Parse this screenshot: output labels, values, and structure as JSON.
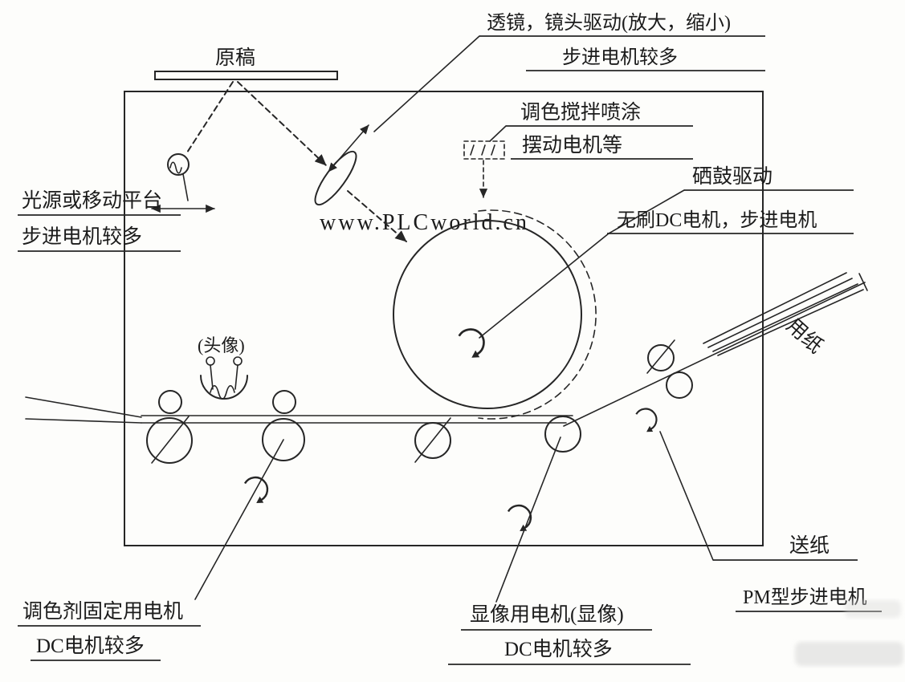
{
  "diagram": {
    "watermark": "www.PLCworld.cn",
    "top": {
      "original": "原稿",
      "lens_line1": "透镜，镜头驱动(放大，缩小)",
      "lens_line2": "步进电机较多"
    },
    "scanner": {
      "line1": "光源或移动平台",
      "line2": "步进电机较多"
    },
    "toner": {
      "line1": "调色搅拌喷涂",
      "line2": "摆动电机等"
    },
    "drum": {
      "line1": "硒鼓驱动",
      "line2": "无刷DC电机，步进电机"
    },
    "head": {
      "label": "(头像)"
    },
    "output": {
      "paper": "用纸"
    },
    "feed": {
      "line1": "送纸",
      "line2": "PM型步进电机"
    },
    "fuser": {
      "line1": "调色剂固定用电机",
      "line2": "DC电机较多"
    },
    "developer": {
      "line1": "显像用电机(显像)",
      "line2": "DC电机较多"
    },
    "colors": {
      "ink": "#262626",
      "drum_fill": "#e9e7e2",
      "roller_dark": "#5f5f5f",
      "roller_light": "#f1efea",
      "watermark": "#cccccc"
    }
  }
}
